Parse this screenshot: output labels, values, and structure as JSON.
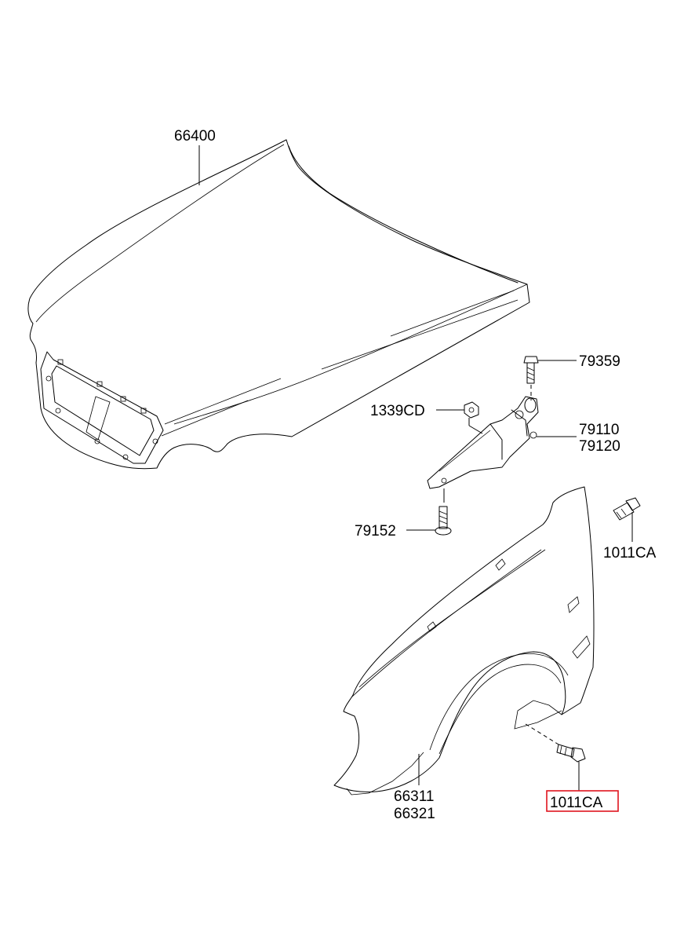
{
  "labels": {
    "hood": "66400",
    "hinge_bolt": "79359",
    "hinge_nut": "1339CD",
    "hinge_lh": "79110",
    "hinge_rh": "79120",
    "hinge_lower_bolt": "79152",
    "fender_bolt_upper": "1011CA",
    "fender_lh": "66311",
    "fender_rh": "66321",
    "fender_bolt_lower": "1011CA"
  },
  "highlight_color": "#e0141e"
}
